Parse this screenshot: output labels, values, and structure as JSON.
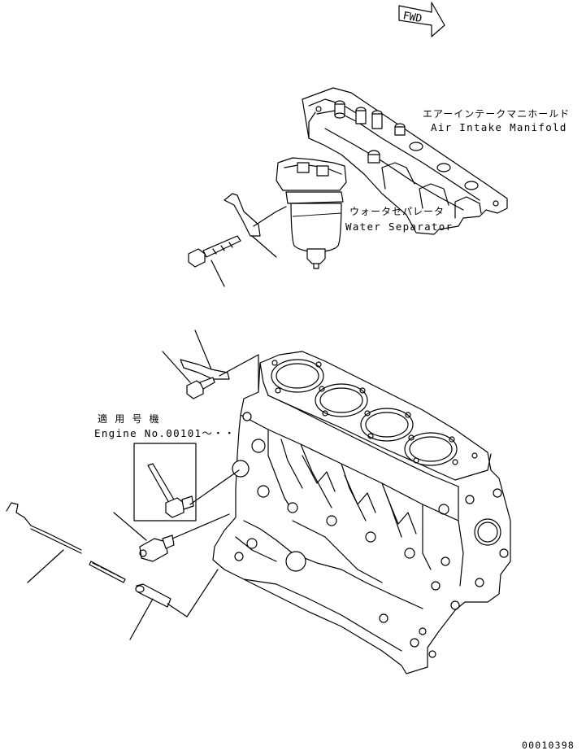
{
  "fwd_label": "FWD",
  "labels": {
    "air_intake_manifold_ja": "エアーインテークマニホールド",
    "air_intake_manifold_en": "Air Intake Manifold",
    "water_separator_ja": "ウォータセパレータ",
    "water_separator_en": "Water Separator",
    "applicable_ja": "適 用 号 機",
    "applicable_en": "Engine No.00101～・・"
  },
  "figure_number": "00010398"
}
